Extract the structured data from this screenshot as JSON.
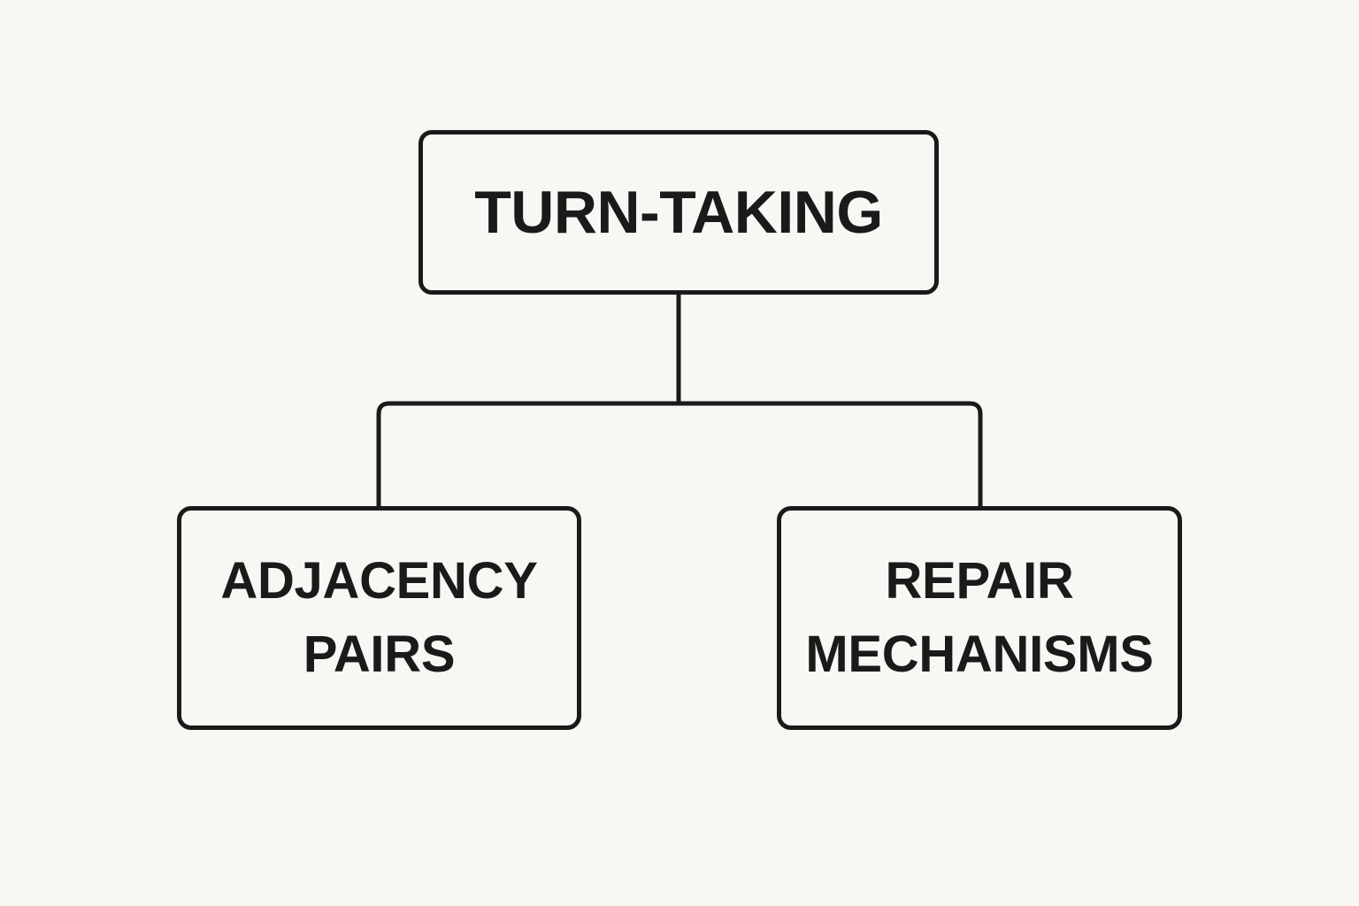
{
  "diagram": {
    "type": "hierarchy-tree",
    "title": "TURN-TAKING",
    "orientation": "top-down",
    "background_color": "#F8F7F3",
    "stroke_color": "#1A1A1A",
    "text_color": "#1A1A1A",
    "root": {
      "id": "turn-taking",
      "label": "TURN-TAKING"
    },
    "children": [
      {
        "id": "adjacency-pairs",
        "label": "ADJACENCY\nPAIRS"
      },
      {
        "id": "repair-mechanisms",
        "label": "REPAIR\nMECHANISMS"
      }
    ],
    "edges": [
      {
        "from": "turn-taking",
        "to": "adjacency-pairs"
      },
      {
        "from": "turn-taking",
        "to": "repair-mechanisms"
      }
    ]
  }
}
